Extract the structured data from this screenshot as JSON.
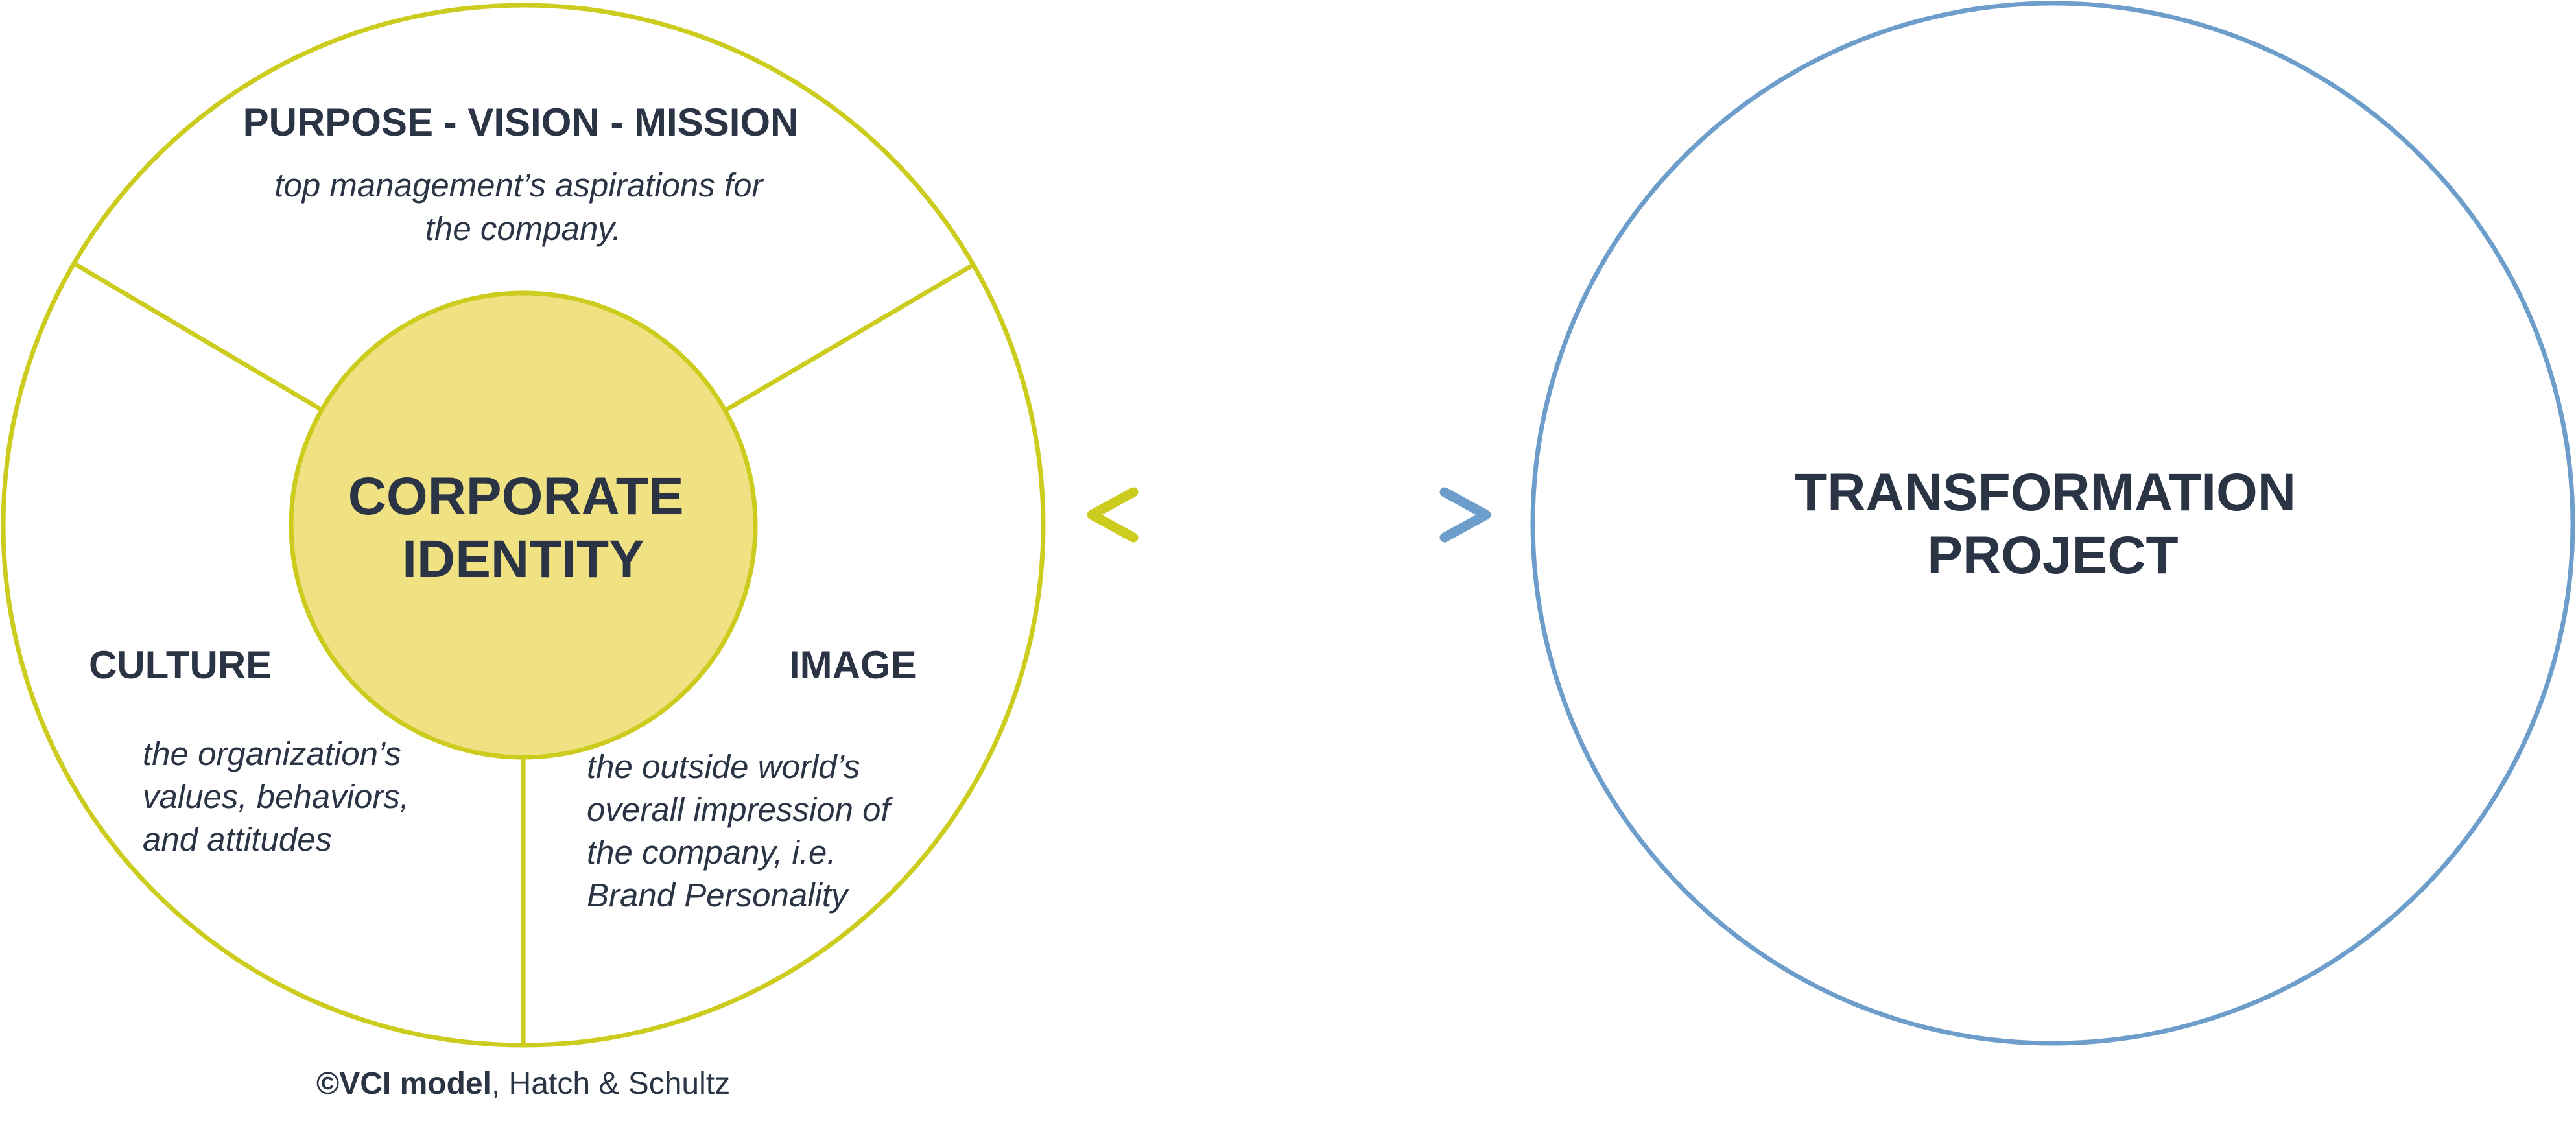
{
  "colors": {
    "identity_accent": "#cccc1f",
    "identity_fill": "#f0e283",
    "project_accent": "#6d9ecb",
    "text": "#2b3445"
  },
  "vci_model": {
    "center": {
      "line1": "CORPORATE",
      "line2": "IDENTITY"
    },
    "purpose": {
      "title": "PURPOSE - VISION - MISSION",
      "desc_line1": "top management’s aspirations for",
      "desc_line2": "the company."
    },
    "culture": {
      "title": "CULTURE",
      "desc_line1": "the organization’s",
      "desc_line2": "values, behaviors,",
      "desc_line3": "and attitudes"
    },
    "image": {
      "title": "IMAGE",
      "desc_line1": "the outside world’s",
      "desc_line2": "overall impression of",
      "desc_line3": "the company, i.e.",
      "desc_line4": "Brand Personality"
    }
  },
  "connector": {
    "icon": "double-headed-arrow-icon"
  },
  "project": {
    "line1": "TRANSFORMATION",
    "line2": "PROJECT"
  },
  "credit": {
    "bold": "©VCI model",
    "rest": ", Hatch & Schultz"
  }
}
